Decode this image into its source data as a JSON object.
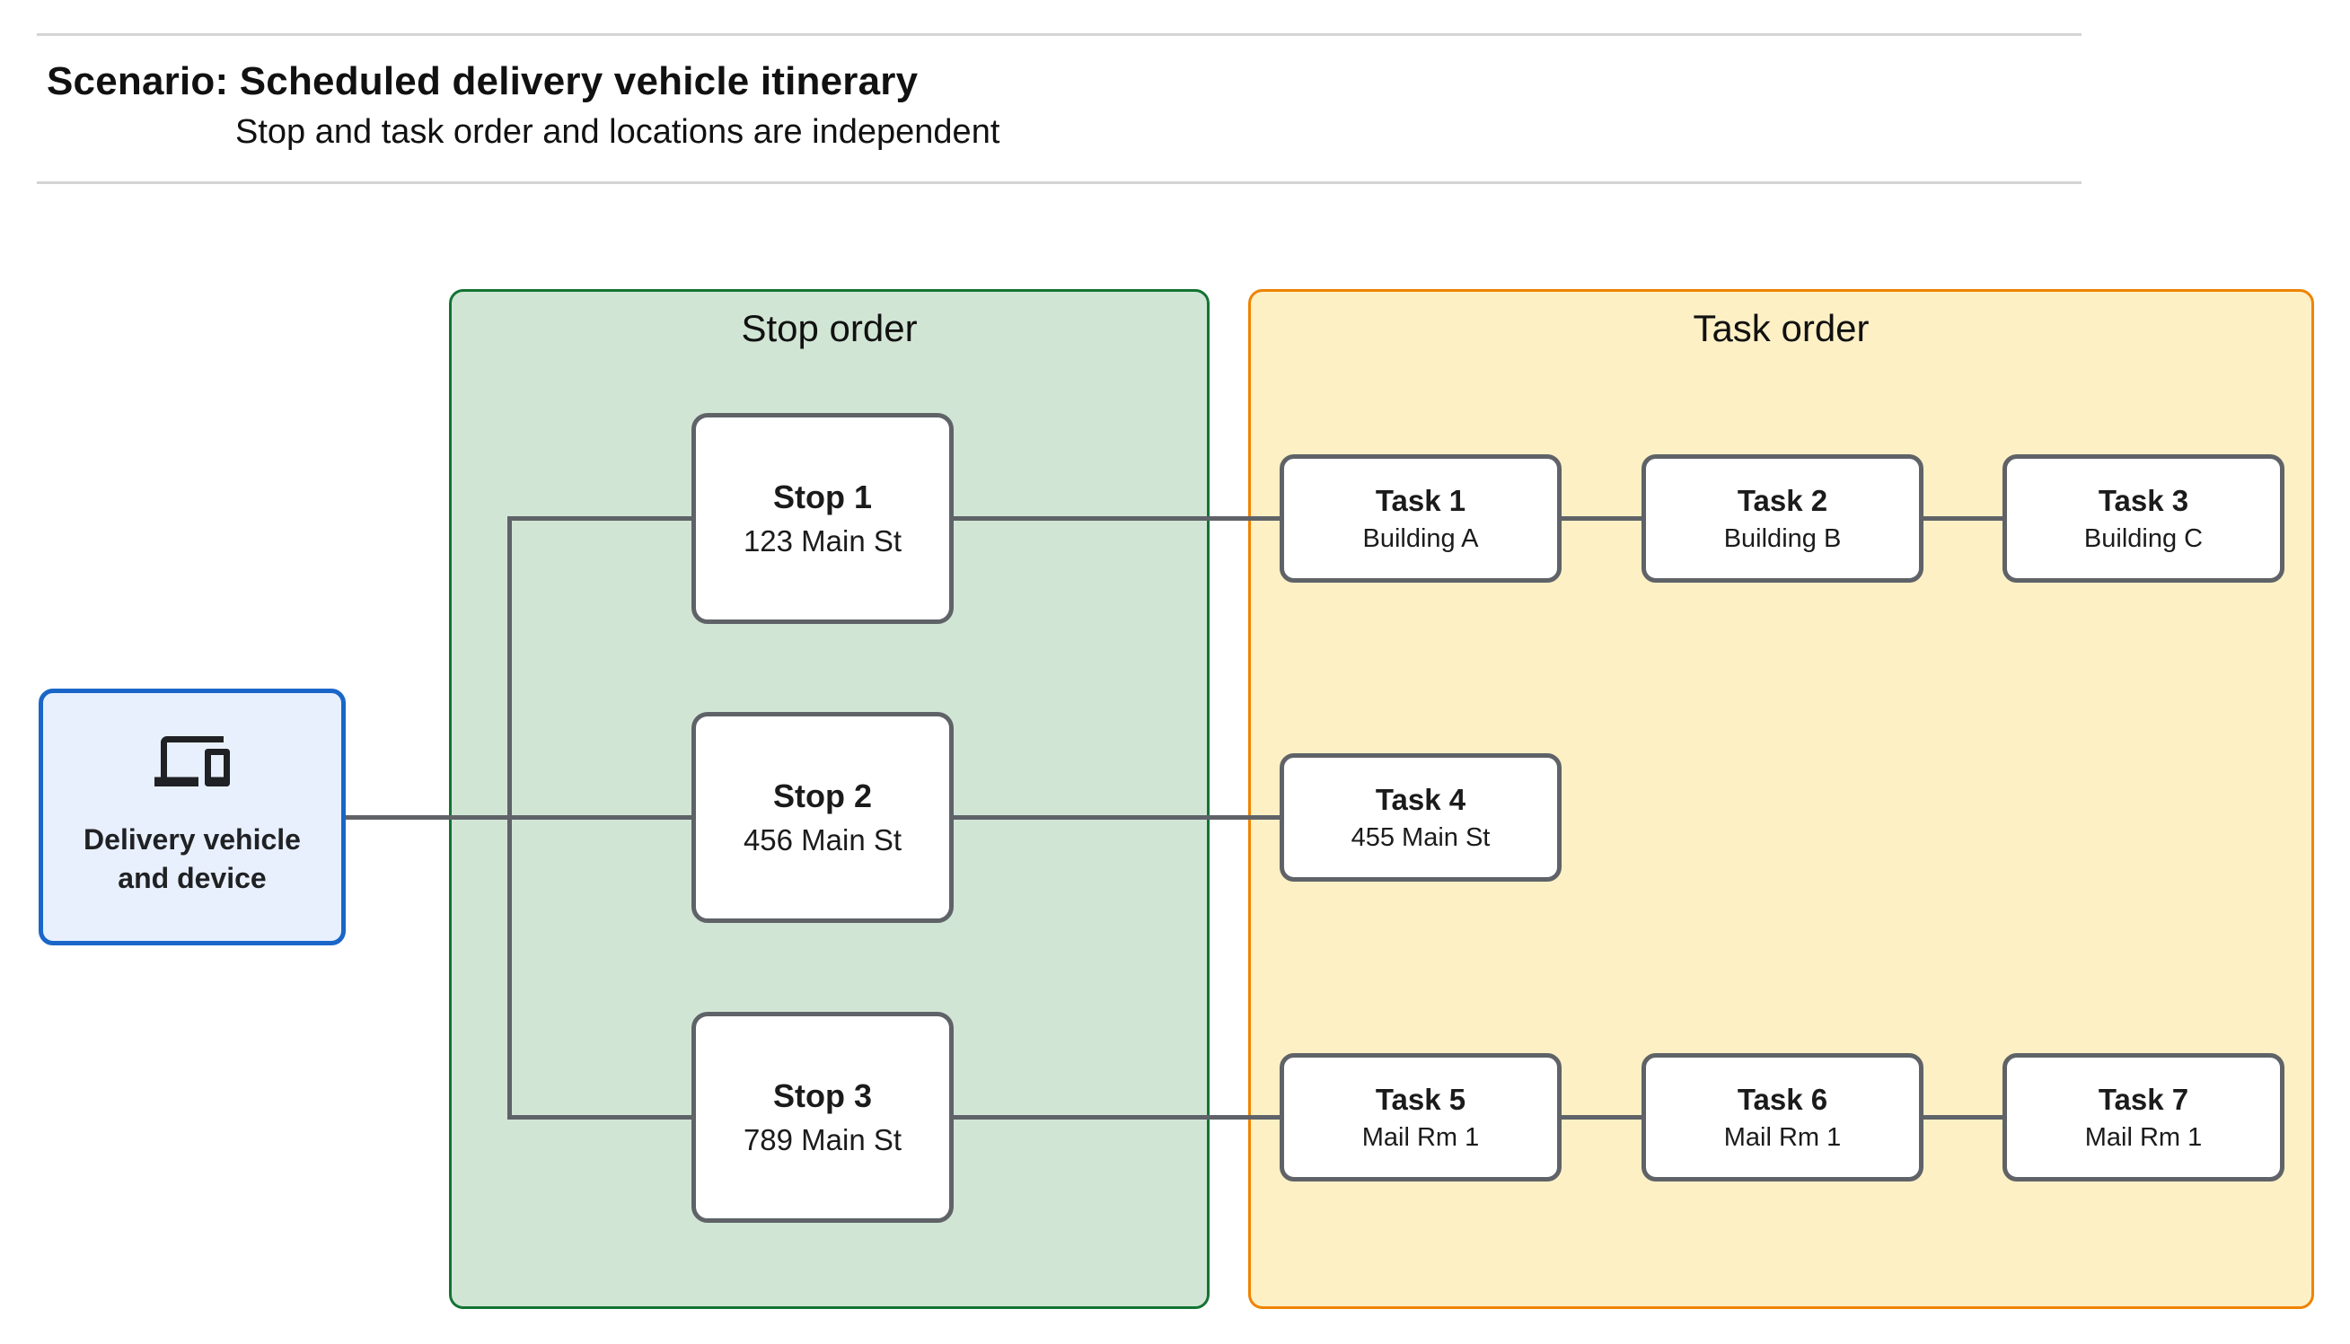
{
  "header": {
    "title": "Scenario: Scheduled delivery vehicle itinerary",
    "subtitle": "Stop and task order and locations are independent"
  },
  "vehicle": {
    "icon": "devices-icon",
    "label_line1": "Delivery vehicle",
    "label_line2": "and device"
  },
  "stop_panel": {
    "label": "Stop order",
    "stops": [
      {
        "name": "Stop 1",
        "address": "123 Main St"
      },
      {
        "name": "Stop 2",
        "address": "456 Main St"
      },
      {
        "name": "Stop 3",
        "address": "789 Main St"
      }
    ]
  },
  "task_panel": {
    "label": "Task order",
    "tasks": [
      {
        "name": "Task 1",
        "location": "Building A"
      },
      {
        "name": "Task 2",
        "location": "Building B"
      },
      {
        "name": "Task 3",
        "location": "Building C"
      },
      {
        "name": "Task 4",
        "location": "455 Main St"
      },
      {
        "name": "Task 5",
        "location": "Mail Rm 1"
      },
      {
        "name": "Task 6",
        "location": "Mail Rm 1"
      },
      {
        "name": "Task 7",
        "location": "Mail Rm 1"
      }
    ]
  },
  "colors": {
    "separator": "#d4d4d4",
    "vehicle_fill": "#e8f0fe",
    "vehicle_border": "#1a66c8",
    "stop_panel_fill": "#d1e5d5",
    "stop_panel_border": "#137333",
    "task_panel_fill": "#fdf0c5",
    "task_panel_border": "#ef8300",
    "node_fill": "#ffffff",
    "node_border": "#5f6368",
    "connector": "#5f6368",
    "text": "#202124"
  }
}
